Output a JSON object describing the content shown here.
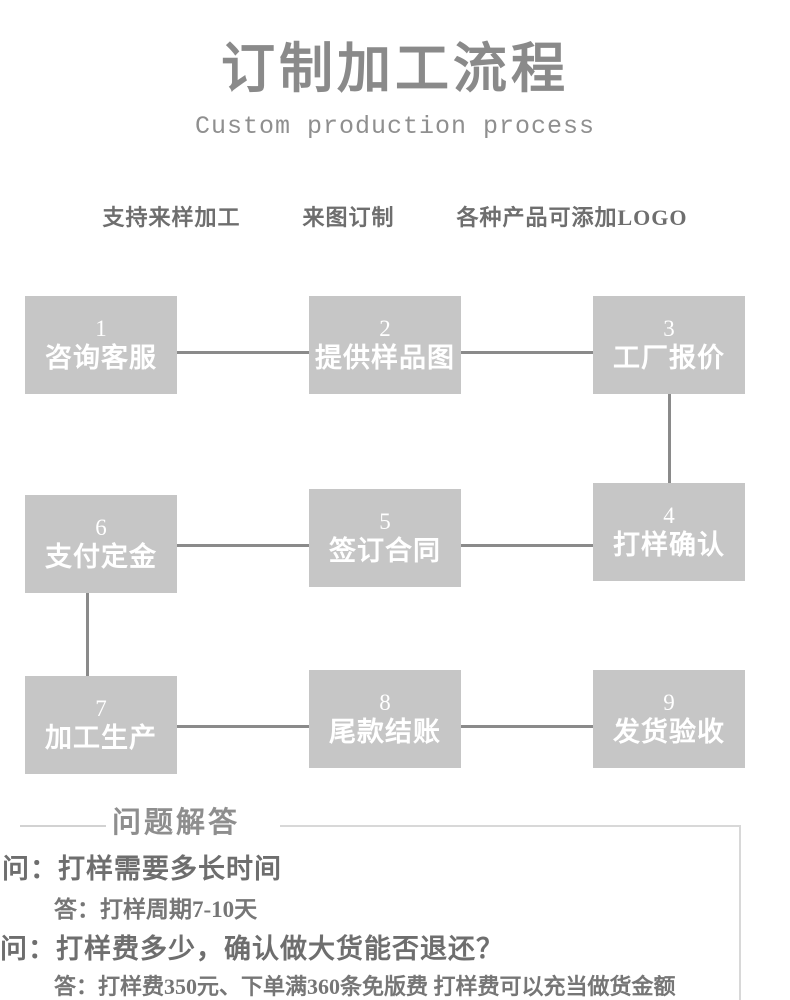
{
  "header": {
    "title": "订制加工流程",
    "subtitle": "Custom production process",
    "taglines": [
      "支持来样加工",
      "来图订制",
      "各种产品可添加LOGO"
    ]
  },
  "flow": {
    "steps": [
      {
        "num": "1",
        "label": "咨询客服"
      },
      {
        "num": "2",
        "label": "提供样品图"
      },
      {
        "num": "3",
        "label": "工厂报价"
      },
      {
        "num": "4",
        "label": "打样确认"
      },
      {
        "num": "5",
        "label": "签订合同"
      },
      {
        "num": "6",
        "label": "支付定金"
      },
      {
        "num": "7",
        "label": "加工生产"
      },
      {
        "num": "8",
        "label": "尾款结账"
      },
      {
        "num": "9",
        "label": "发货验收"
      }
    ],
    "box_color": "#c6c6c6",
    "connector_color": "#8a8a8a",
    "num_color": "#ffffff",
    "label_color": "#ffffff"
  },
  "faq": {
    "title": "问题解答",
    "items": [
      {
        "question": "问：打样需要多长时间",
        "answer": "答：打样周期7-10天"
      },
      {
        "question": "问：打样费多少，确认做大货能否退还？",
        "answer": "答：打样费350元、下单满360条免版费 打样费可以充当做货金额"
      }
    ],
    "rule_color": "#d8d8d8"
  }
}
